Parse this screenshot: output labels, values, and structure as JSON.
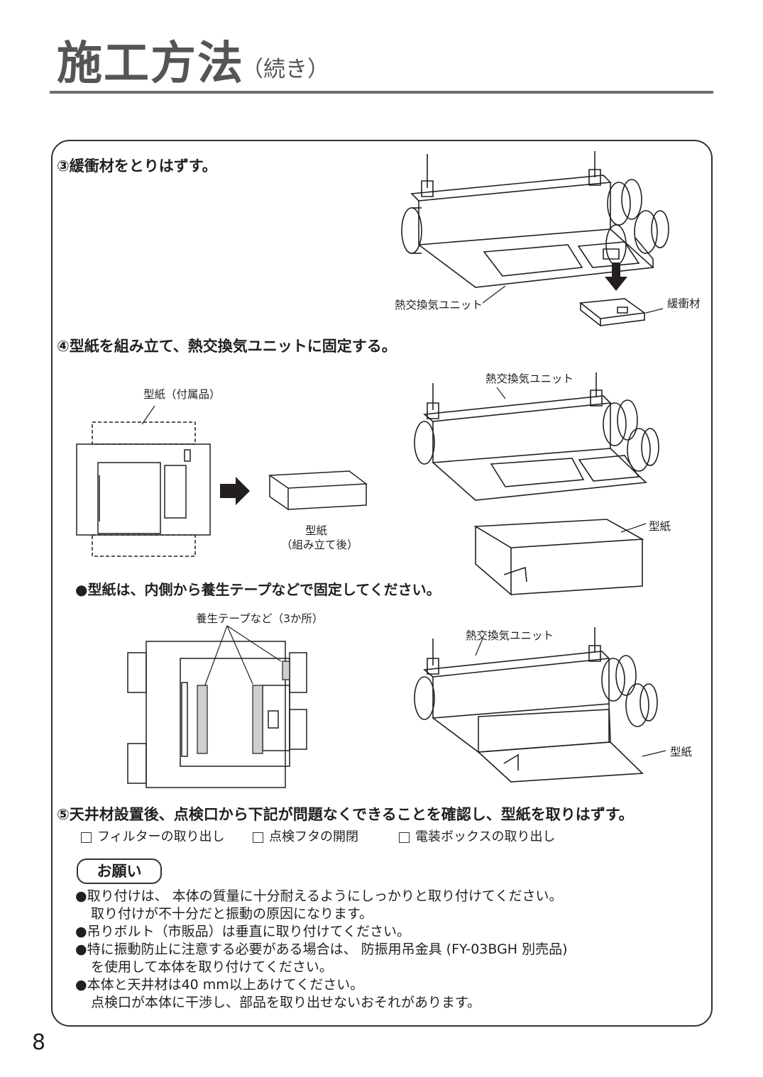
{
  "header": {
    "title": "施工方法",
    "subtitle": "（続き）"
  },
  "step3": {
    "heading": "③緩衝材をとりはずす。",
    "unit_label": "熱交換気ユニット",
    "cushion_label": "緩衝材"
  },
  "step4": {
    "heading": "④型紙を組み立て、熱交換気ユニットに固定する。",
    "pattern_accessory_label": "型紙（付属品）",
    "pattern_assembled_label_line1": "型紙",
    "pattern_assembled_label_line2": "（組み立て後）",
    "unit_label_upper": "熱交換気ユニット",
    "pattern_label_upper": "型紙",
    "note": "●型紙は、内側から養生テープなどで固定してください。",
    "tape_label": "養生テープなど（3か所）",
    "unit_label_lower": "熱交換気ユニット",
    "pattern_label_lower": "型紙"
  },
  "step5": {
    "heading": "⑤天井材設置後、点検口から下記が問題なくできることを確認し、型紙を取りはずす。",
    "checks": [
      "フィルターの取り出し",
      "点検フタの開閉",
      "電装ボックスの取り出し"
    ]
  },
  "request": {
    "title": "お願い",
    "lines": [
      "●取り付けは、 本体の質量に十分耐えるようにしっかりと取り付けてください。",
      "取り付けが不十分だと振動の原因になります。",
      "●吊りボルト（市販品）は垂直に取り付けてください。",
      "●特に振動防止に注意する必要がある場合は、 防振用吊金具 (FY-03BGH 別売品)",
      "を使用して本体を取り付けてください。",
      "●本体と天井材は40 mm以上あけてください。",
      "点検口が本体に干渉し、部品を取り出せないおそれがあります。"
    ]
  },
  "page_number": "8"
}
